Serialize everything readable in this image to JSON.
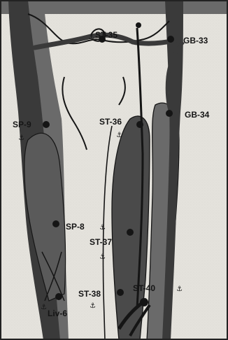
{
  "points": [
    {
      "id": "st",
      "label": "ST-35"
    },
    {
      "id": "gb33",
      "label": "GB-33"
    },
    {
      "id": "sp9",
      "label": "SP-9"
    },
    {
      "id": "st36",
      "label": "ST-36"
    },
    {
      "id": "gb34",
      "label": "GB-34"
    },
    {
      "id": "sp8",
      "label": "SP-8"
    },
    {
      "id": "st37",
      "label": "ST-37"
    },
    {
      "id": "st38",
      "label": "ST-38"
    },
    {
      "id": "st40",
      "label": "ST-40"
    },
    {
      "id": "liv6",
      "label": "Liv-6"
    }
  ],
  "palette": {
    "paper": "#e4e2dc",
    "vessel_dark": "#3a3a3a",
    "vessel_mid": "#686868",
    "outline": "#151515",
    "border": "#222222"
  }
}
